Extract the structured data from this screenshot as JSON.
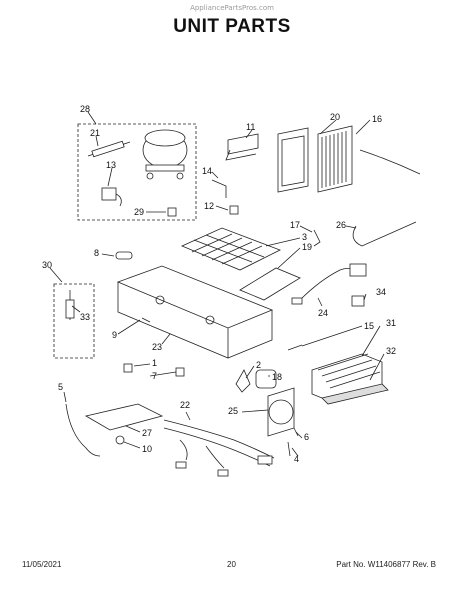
{
  "watermark": "AppliancePartsPros.com",
  "title": "UNIT PARTS",
  "footer": {
    "date": "11/05/2021",
    "page": "20",
    "part_no": "Part No.  W11406877  Rev. B"
  },
  "callouts": [
    "28",
    "21",
    "13",
    "29",
    "11",
    "20",
    "16",
    "14",
    "12",
    "17",
    "26",
    "3",
    "19",
    "8",
    "30",
    "33",
    "9",
    "23",
    "15",
    "24",
    "34",
    "31",
    "1",
    "7",
    "2",
    "18",
    "32",
    "5",
    "22",
    "25",
    "6",
    "27",
    "10",
    "4"
  ],
  "colors": {
    "line": "#222222",
    "fill": "#ffffff",
    "shade": "#cccccc"
  }
}
